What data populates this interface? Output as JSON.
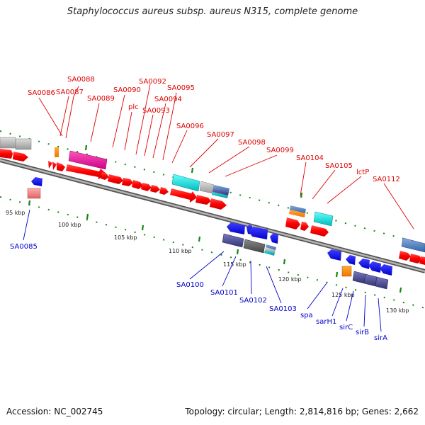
{
  "title": "Staphylococcus aureus subsp. aureus N315, complete genome",
  "accession": "Accession: NC_002745",
  "topology": "Topology: circular; Length: 2,814,816 bp; Genes: 2,662",
  "colors": {
    "forward_label": "#e00000",
    "reverse_label": "#0000cc",
    "backbone": "#808080",
    "tick_green": "#118811"
  },
  "ticks": [
    "95 kbp",
    "100 kbp",
    "105 kbp",
    "110 kbp",
    "115 kbp",
    "120 kbp",
    "125 kbp",
    "130 kbp"
  ],
  "forward_labels": [
    "SA0086",
    "SA0087",
    "SA0088",
    "SA0089",
    "SA0090",
    "plc",
    "SA0092",
    "SA0093",
    "SA0094",
    "SA0095",
    "SA0096",
    "SA0097",
    "SA0098",
    "SA0099",
    "SA0104",
    "SA0105",
    "lctP",
    "SA0112"
  ],
  "reverse_labels": [
    "SA0085",
    "SA0100",
    "SA0101",
    "SA0102",
    "SA0103",
    "spa",
    "sarH1",
    "sirC",
    "sirB",
    "sirA"
  ]
}
